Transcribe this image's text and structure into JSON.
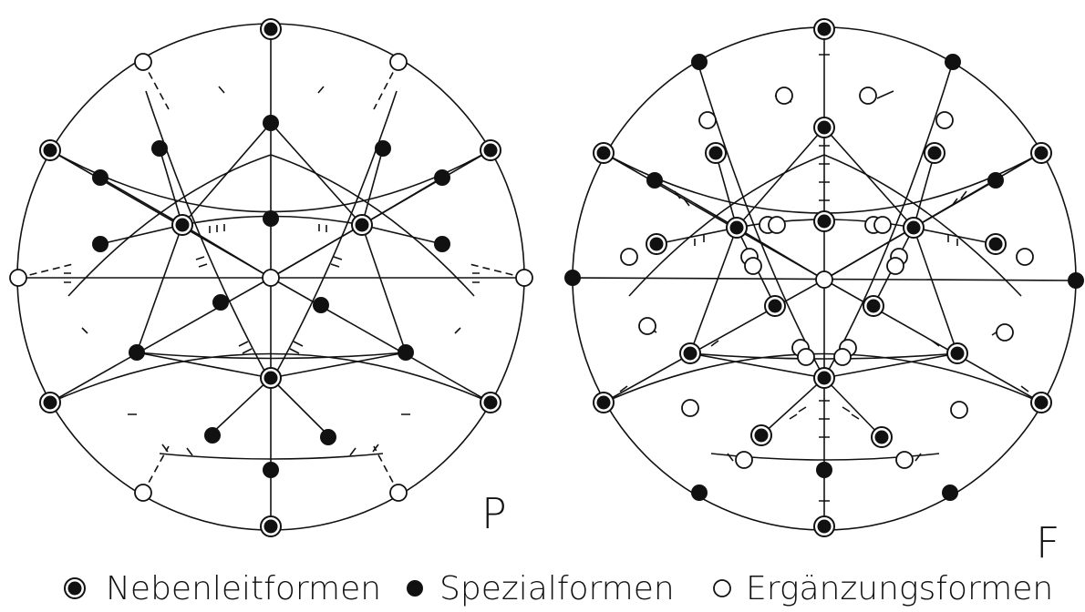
{
  "panels": [
    {
      "id": "P",
      "label": "P"
    },
    {
      "id": "F",
      "label": "F"
    }
  ],
  "legend": [
    {
      "symbol": "ring-dot",
      "label": "Nebenleitformen"
    },
    {
      "symbol": "dot",
      "label": "Spezialformen"
    },
    {
      "symbol": "open-circle",
      "label": "Ergänzungsformen"
    }
  ],
  "colors": {
    "ink": "#111111",
    "paper": "#ffffff"
  }
}
